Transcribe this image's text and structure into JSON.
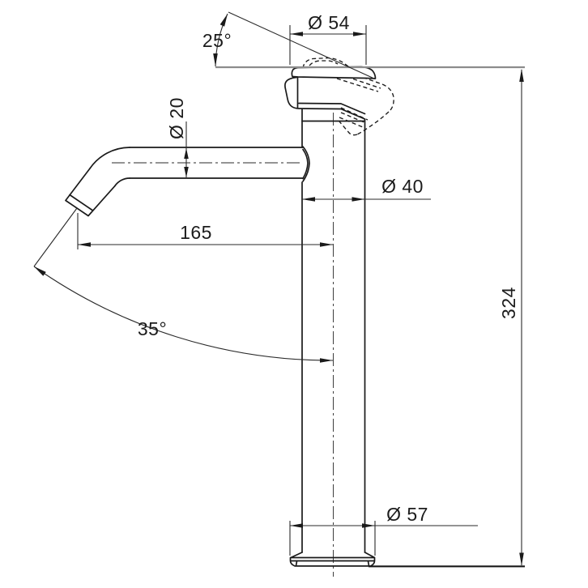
{
  "drawing": {
    "type": "technical-dimension-drawing",
    "subject": "tall single-hole basin mixer tap, side elevation",
    "dimensions": {
      "top_diameter": "Ø 54",
      "handle_angle": "25°",
      "spout_diameter": "Ø 20",
      "body_diameter": "Ø 40",
      "spout_reach": "165",
      "outlet_angle": "35°",
      "total_height": "324",
      "base_diameter": "Ø 57"
    },
    "colors": {
      "outline": "#1a1a1a",
      "dimension_lines": "#2a2a2a",
      "reference_line": "#8c8c8c",
      "background": "#ffffff"
    },
    "line_styles": {
      "hidden_handle_position": "dashed",
      "axes": "dash-dot centerlines"
    }
  }
}
